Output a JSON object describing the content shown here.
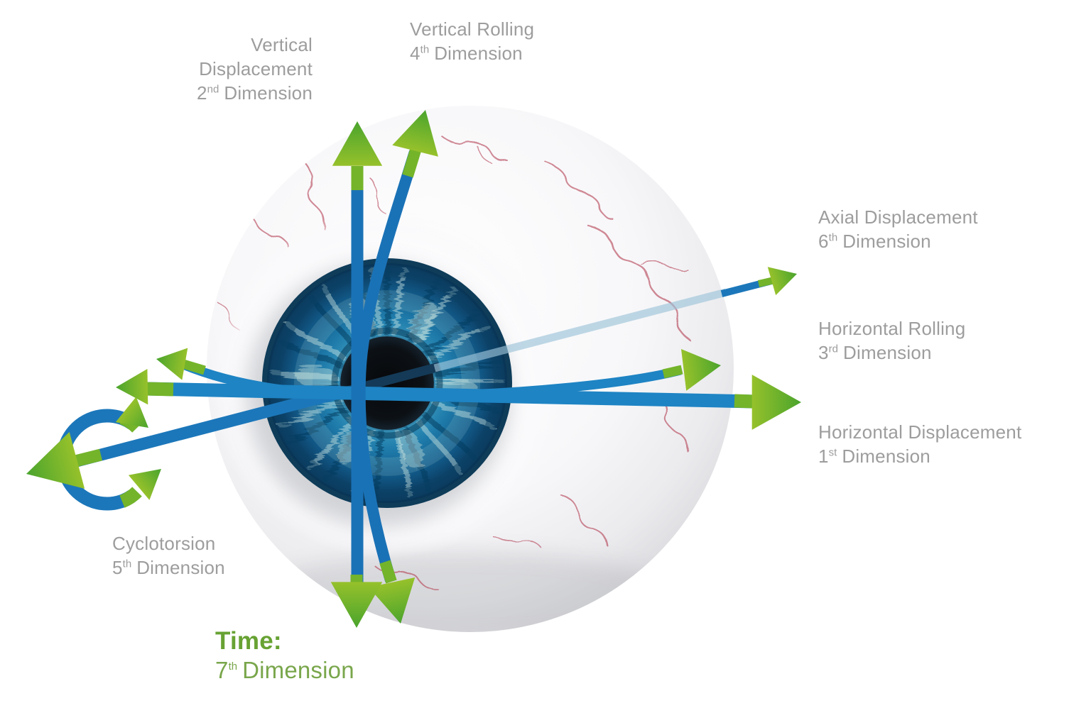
{
  "colors": {
    "arrow_blue": "#1e84c4",
    "arrow_blue_dark": "#1a72b6",
    "arrow_blue_faded": "#9cc3d9",
    "arrow_green": "#8ebd2a",
    "arrow_green_dark": "#4aa42d",
    "label_gray": "#9d9d9d",
    "label_green_bold": "#67a233",
    "label_green": "#79a64b",
    "vein_red": "#b23a50",
    "iris_blue": "#1f7cab"
  },
  "labels": {
    "vertical_displacement": {
      "line1": "Vertical",
      "line2": "Displacement",
      "ordinal": "2",
      "suffix": "nd",
      "dimension_word": "Dimension"
    },
    "vertical_rolling": {
      "title": "Vertical Rolling",
      "ordinal": "4",
      "suffix": "th",
      "dimension_word": "Dimension"
    },
    "axial_displacement": {
      "title": "Axial Displacement",
      "ordinal": "6",
      "suffix": "th",
      "dimension_word": "Dimension"
    },
    "horizontal_rolling": {
      "title": "Horizontal Rolling",
      "ordinal": "3",
      "suffix": "rd",
      "dimension_word": "Dimension"
    },
    "horizontal_displacement": {
      "title": "Horizontal Displacement",
      "ordinal": "1",
      "suffix": "st",
      "dimension_word": "Dimension"
    },
    "cyclotorsion": {
      "title": "Cyclotorsion",
      "ordinal": "5",
      "suffix": "th",
      "dimension_word": "Dimension"
    },
    "time": {
      "title": "Time:",
      "ordinal": "7",
      "suffix": "th",
      "dimension_word": "Dimension"
    }
  },
  "icons": {
    "vertical_displacement_arrow": "double-headed-vertical-arrow",
    "vertical_rolling_arrow": "curved-vertical-arc-arrow",
    "horizontal_displacement_arrow": "double-headed-horizontal-arrow",
    "horizontal_rolling_arrow": "curved-horizontal-arc-arrow",
    "axial_displacement_arrow": "double-headed-depth-diagonal-arrow",
    "cyclotorsion_arrow": "circular-rotation-arrow"
  }
}
